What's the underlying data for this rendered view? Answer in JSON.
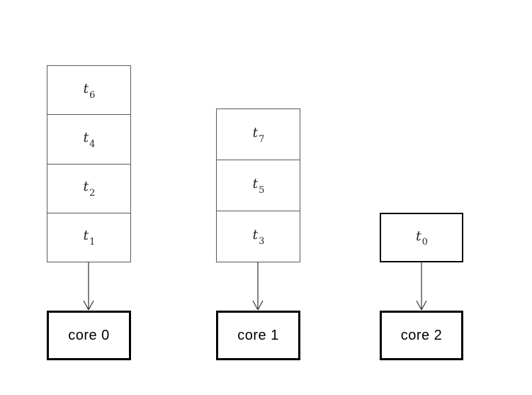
{
  "colors": {
    "stack_border": "#595959",
    "heavy_border": "#000000",
    "arrow": "#3f3f3f",
    "task_text": "#262626",
    "core_text": "#000000",
    "bg": "#ffffff"
  },
  "columns": [
    {
      "core_label": "core 0",
      "tasks": [
        {
          "name": "t",
          "sub": "6"
        },
        {
          "name": "t",
          "sub": "4"
        },
        {
          "name": "t",
          "sub": "2"
        },
        {
          "name": "t",
          "sub": "1"
        }
      ]
    },
    {
      "core_label": "core 1",
      "tasks": [
        {
          "name": "t",
          "sub": "7"
        },
        {
          "name": "t",
          "sub": "5"
        },
        {
          "name": "t",
          "sub": "3"
        }
      ]
    },
    {
      "core_label": "core 2",
      "tasks": [
        {
          "name": "t",
          "sub": "0"
        }
      ]
    }
  ]
}
